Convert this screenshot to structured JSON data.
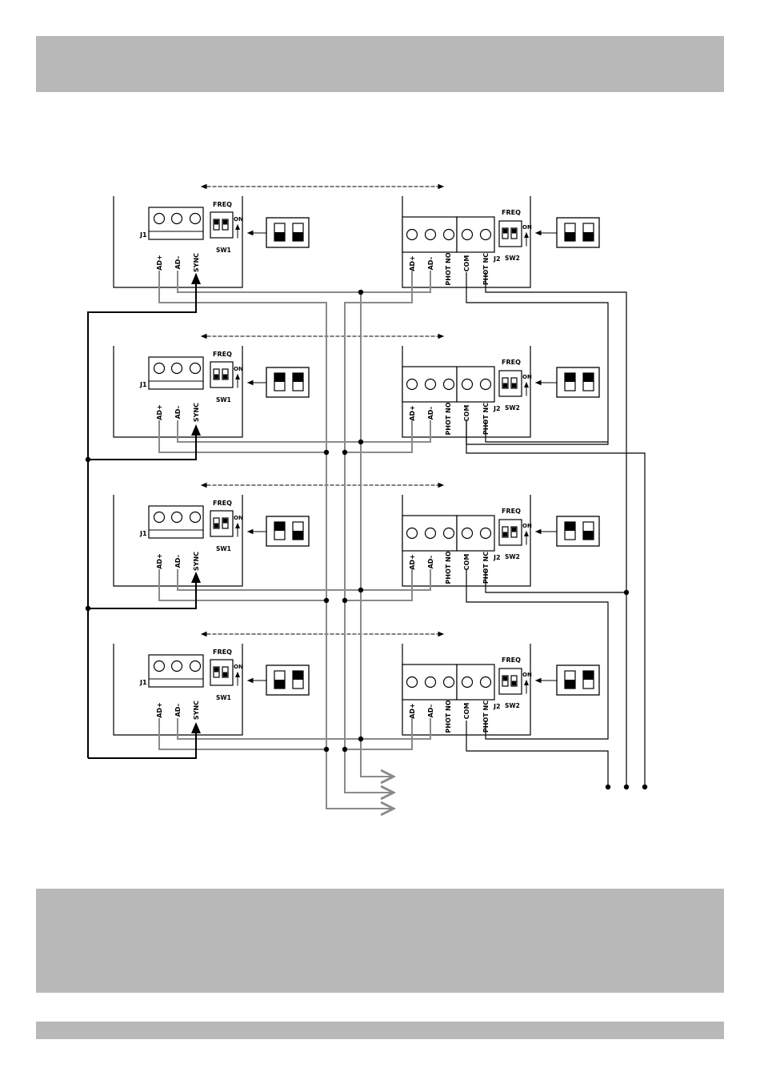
{
  "labels": {
    "freq": "FREQ",
    "on": "ON",
    "j1": "J1",
    "j2": "J2",
    "sw1": "SW1",
    "sw2": "SW2",
    "ad_plus": "AD+",
    "ad_minus": "AD–",
    "sync": "SYNC",
    "phot_no": "PHOT NO",
    "com": "COM",
    "phot_nc": "PHOT NC"
  },
  "pairs": [
    {
      "tx_dip": [
        "on",
        "on"
      ],
      "tx_zoom": [
        "down",
        "down"
      ],
      "rx_dip": [
        "on",
        "on"
      ],
      "rx_zoom": [
        "down",
        "down"
      ]
    },
    {
      "tx_dip": [
        "off",
        "off"
      ],
      "tx_zoom": [
        "up",
        "up"
      ],
      "rx_dip": [
        "off",
        "off"
      ],
      "rx_zoom": [
        "up",
        "up"
      ]
    },
    {
      "tx_dip": [
        "off",
        "on"
      ],
      "tx_zoom": [
        "up",
        "down"
      ],
      "rx_dip": [
        "off",
        "on"
      ],
      "rx_zoom": [
        "up",
        "down"
      ]
    },
    {
      "tx_dip": [
        "on",
        "off"
      ],
      "tx_zoom": [
        "down",
        "up"
      ],
      "rx_dip": [
        "on",
        "off"
      ],
      "rx_zoom": [
        "down",
        "up"
      ]
    }
  ]
}
